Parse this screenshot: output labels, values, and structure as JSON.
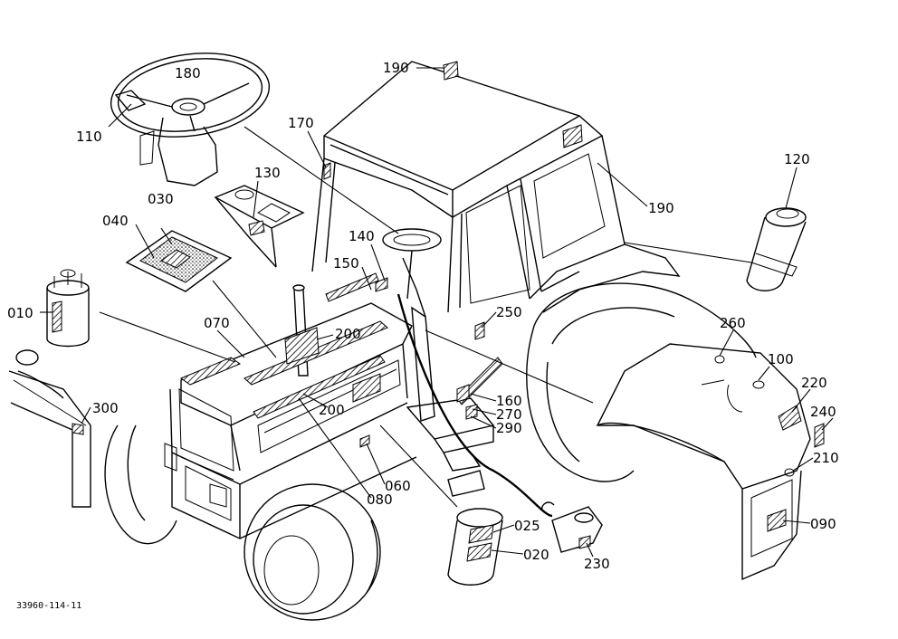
{
  "labels": {
    "p180": "180",
    "p110": "110",
    "p190a": "190",
    "p170": "170",
    "p190b": "190",
    "p130": "130",
    "p120": "120",
    "p030": "030",
    "p040": "040",
    "p140": "140",
    "p150": "150",
    "p010": "010",
    "p070": "070",
    "p200a": "200",
    "p250": "250",
    "p260": "260",
    "p100": "100",
    "p220": "220",
    "p240": "240",
    "p300": "300",
    "p200b": "200",
    "p160": "160",
    "p270": "270",
    "p290": "290",
    "p210": "210",
    "p060": "060",
    "p080": "080",
    "p025": "025",
    "p020": "020",
    "p090": "090",
    "p230": "230"
  },
  "document_code": "33960-114-11"
}
